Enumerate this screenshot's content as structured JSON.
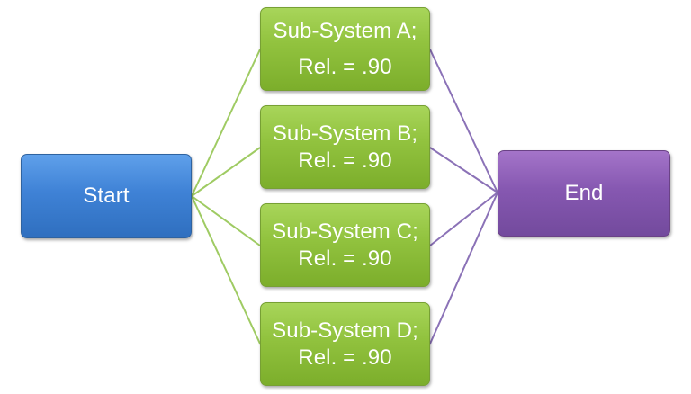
{
  "diagram": {
    "start": {
      "label": "Start"
    },
    "end": {
      "label": "End"
    },
    "subsystems": [
      {
        "name": "Sub-System A;",
        "reliability": "Rel. = .90"
      },
      {
        "name": "Sub-System B;",
        "reliability": "Rel. = .90"
      },
      {
        "name": "Sub-System C;",
        "reliability": "Rel. = .90"
      },
      {
        "name": "Sub-System D;",
        "reliability": "Rel. = .90"
      }
    ]
  },
  "colors": {
    "start_fill": "#3f82d6",
    "subsystem_fill": "#92c33f",
    "end_fill": "#8658b1",
    "start_connector": "#9fcb63",
    "end_connector": "#8b72b7"
  }
}
